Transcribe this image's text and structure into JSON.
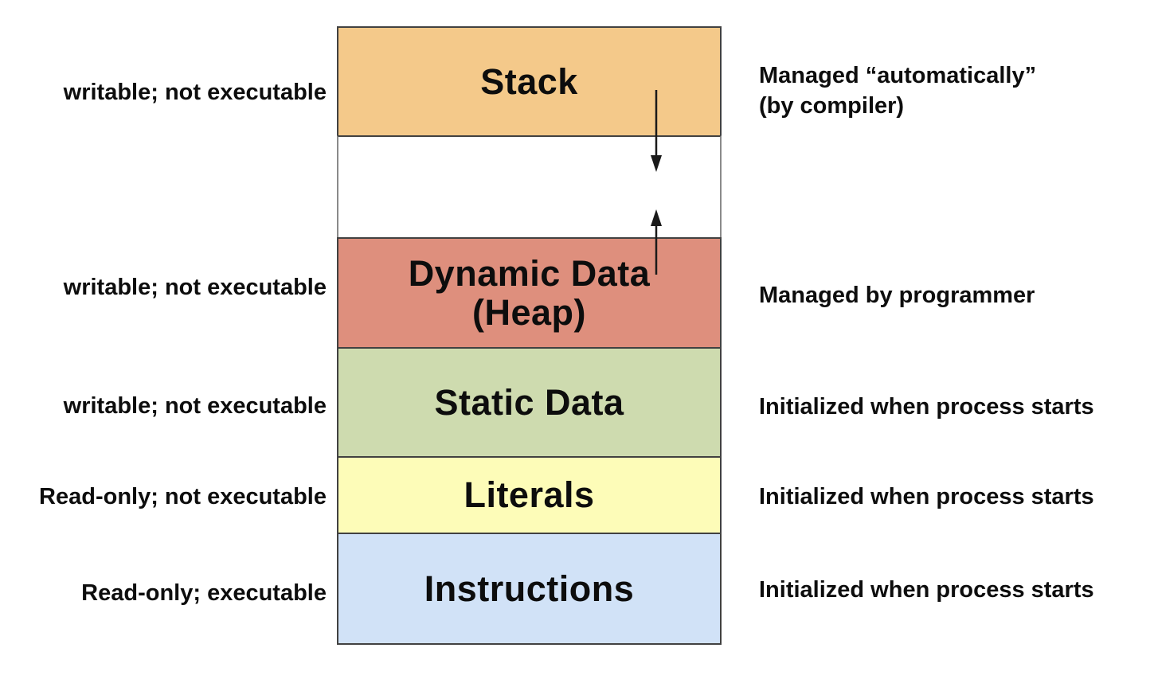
{
  "diagram": {
    "type": "process-memory-layout",
    "colors": {
      "border": "#414141",
      "text": "#0d0d0d",
      "arrow": "#1a1a1a",
      "stack_fill": "#f4c98a",
      "free_fill": "#ffffff",
      "heap_fill": "#de8f7d",
      "static_fill": "#cedbaf",
      "literals_fill": "#fdfcb8",
      "instructions_fill": "#d1e2f7"
    },
    "blocks": [
      {
        "id": "stack",
        "label": "Stack",
        "fill": "#f4c98a",
        "left_note": "writable; not executable",
        "right_note_line1": "Managed “automatically”",
        "right_note_line2": "(by compiler)"
      },
      {
        "id": "free-space",
        "label": "",
        "fill": "#ffffff"
      },
      {
        "id": "heap",
        "label_line1": "Dynamic Data",
        "label_line2": "(Heap)",
        "fill": "#de8f7d",
        "left_note": "writable; not executable",
        "right_note": "Managed by programmer"
      },
      {
        "id": "static-data",
        "label": "Static Data",
        "fill": "#cedbaf",
        "left_note": "writable; not executable",
        "right_note": "Initialized when process starts"
      },
      {
        "id": "literals",
        "label": "Literals",
        "fill": "#fdfcb8",
        "left_note": "Read-only; not executable",
        "right_note": "Initialized when process starts"
      },
      {
        "id": "instructions",
        "label": "Instructions",
        "fill": "#d1e2f7",
        "left_note": "Read-only; executable",
        "right_note": "Initialized when process starts"
      }
    ],
    "arrows": [
      {
        "id": "stack-grows-down",
        "direction": "down"
      },
      {
        "id": "heap-grows-up",
        "direction": "up"
      }
    ]
  }
}
